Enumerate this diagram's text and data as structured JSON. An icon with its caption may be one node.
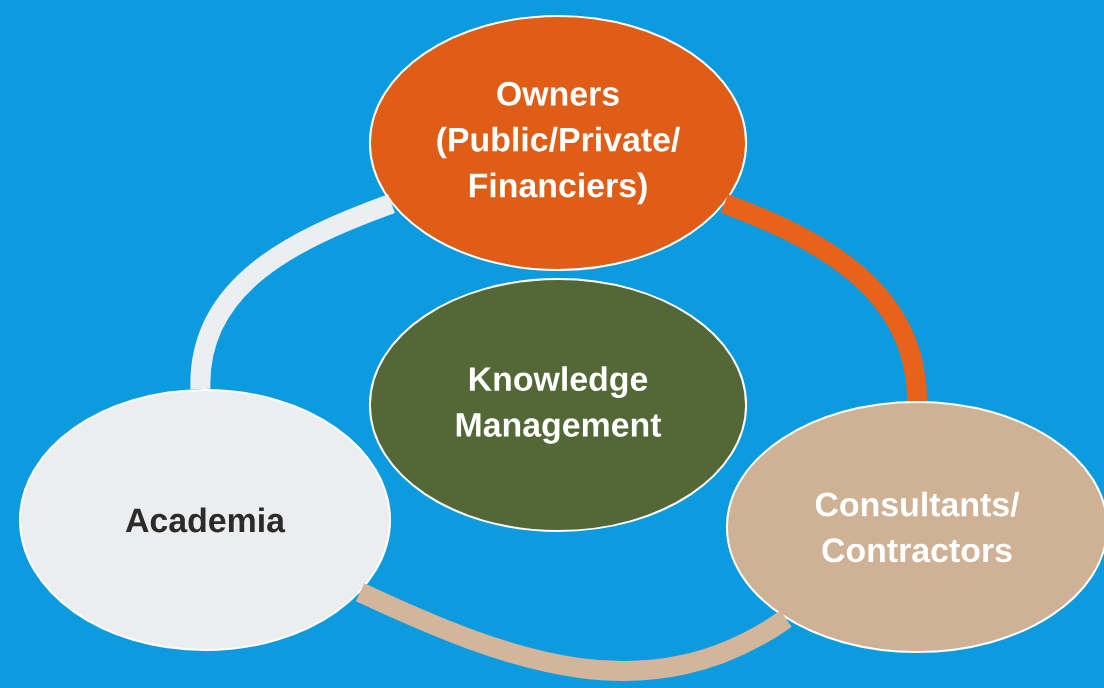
{
  "diagram": {
    "nodes": [
      {
        "text": [
          "Owners (Public/Private/ Financiers)"
        ]
      },
      {
        "text": [
          "Knowledge Management"
        ]
      },
      {
        "text": [
          "Academia"
        ]
      },
      {
        "text": [
          "Consultants/ Contractors"
        ]
      }
    ],
    "edges": [
      {
        "from": 2,
        "to": 0,
        "arrow": "none",
        "color": "#eceff1"
      },
      {
        "from": 0,
        "to": 3,
        "arrow": "none",
        "color": "#e8621a"
      },
      {
        "from": 3,
        "to": 2,
        "arrow": "none",
        "color": "#d2b59a"
      }
    ]
  }
}
